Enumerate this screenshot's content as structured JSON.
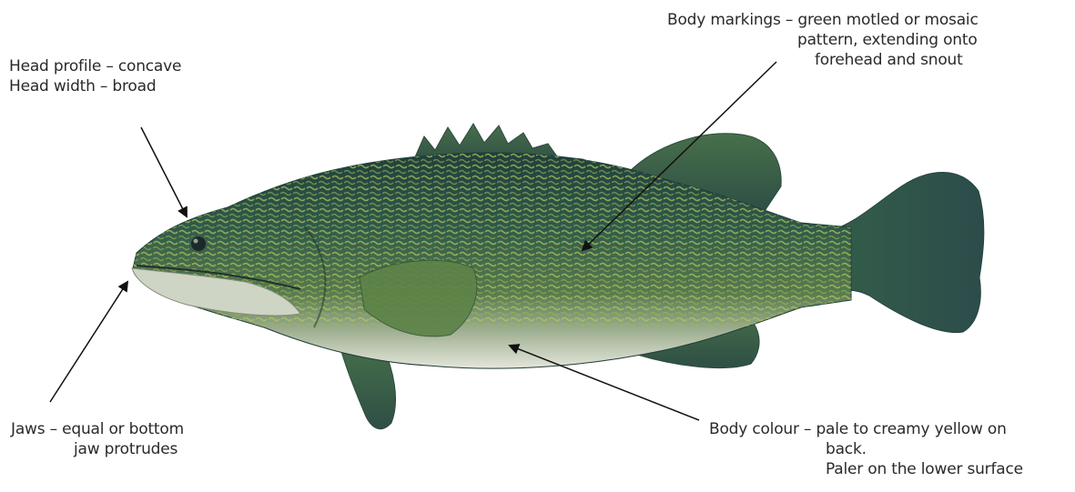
{
  "labels": {
    "head": {
      "line1": "Head profile – concave",
      "line2": "Head width – broad"
    },
    "markings": {
      "line1": "Body markings – green motled or mosaic",
      "line2": "pattern, extending onto",
      "line3": "forehead and snout"
    },
    "jaws": {
      "line1": "Jaws – equal or bottom",
      "line2": "jaw protrudes"
    },
    "colour": {
      "line1": "Body colour – pale to creamy yellow on",
      "line2": "back.",
      "line3": "Paler on the lower surface"
    }
  },
  "colors": {
    "fish_dark": "#22443f",
    "fish_mid": "#3c6b55",
    "fish_light": "#7a9a62",
    "belly": "#d6dccb",
    "mottle": "#b9c95c",
    "arrow": "#111111"
  }
}
